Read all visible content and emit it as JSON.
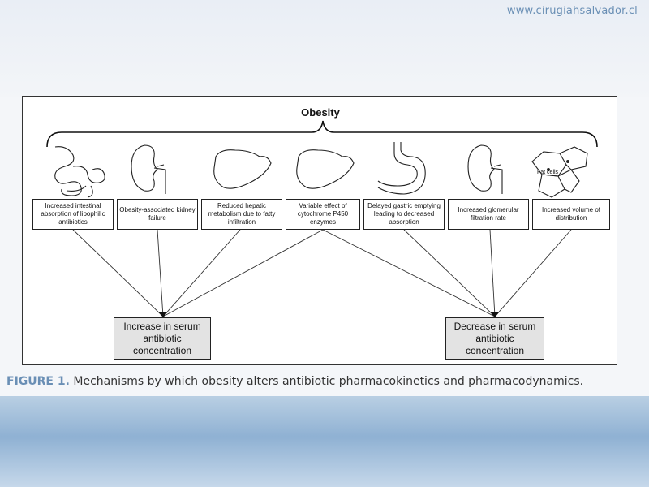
{
  "site_url": "www.cirugiahsalvador.cl",
  "figure": {
    "title": "Obesity",
    "mechanisms": [
      {
        "label": "Increased intestinal absorption of lipophilic antibiotics",
        "icon": "intestine-icon"
      },
      {
        "label": "Obesity-associated kidney failure",
        "icon": "kidney-icon"
      },
      {
        "label": "Reduced hepatic metabolism due to fatty infiltration",
        "icon": "liver-icon"
      },
      {
        "label": "Variable effect of cytochrome P450 enzymes",
        "icon": "liver-icon"
      },
      {
        "label": "Delayed gastric emptying leading to decreased absorption",
        "icon": "stomach-icon"
      },
      {
        "label": "Increased glomerular filtration rate",
        "icon": "kidney-icon"
      },
      {
        "label": "Increased volume of distribution",
        "icon": "fat-cells-icon"
      }
    ],
    "fat_cells_label": "Fat cells",
    "outcomes": {
      "increase": "Increase in serum antibiotic concentration",
      "decrease": "Decrease in serum antibiotic concentration"
    }
  },
  "caption": {
    "figure_label": "FIGURE 1.",
    "text": " Mechanisms by which obesity alters antibiotic pharmacokinetics and pharmacodynamics."
  }
}
